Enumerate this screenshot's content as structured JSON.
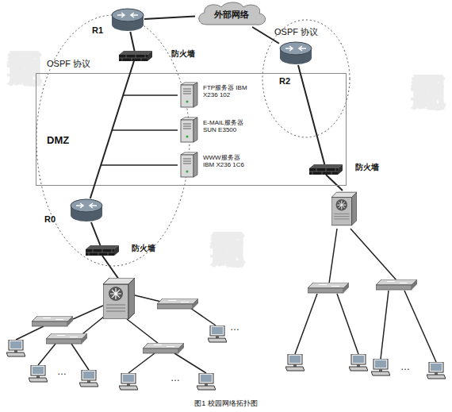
{
  "diagram": {
    "caption": "图1 校园网络拓扑图",
    "nodes": [
      {
        "text": [
          "OSPF 协议"
        ]
      },
      {
        "text": [
          "R1"
        ],
        "in": 0
      },
      {
        "text": [
          "外部网络"
        ]
      },
      {
        "text": [
          "OSPF 协议"
        ]
      },
      {
        "text": [
          "R2"
        ],
        "in": 3
      },
      {
        "text": [
          "防火墙"
        ],
        "in": 0
      },
      {
        "text": [
          "DMZ"
        ]
      },
      {
        "text": [
          "FTP服务器 IBM X236 102"
        ],
        "in": 6
      },
      {
        "text": [
          "E-MAIL服务器 SUN E3500"
        ],
        "in": 6
      },
      {
        "text": [
          "WWW服务器 IBM X236 1C6"
        ],
        "in": 6
      },
      {
        "text": [
          "防火墙"
        ]
      },
      {
        "text": [
          "R0"
        ],
        "in": 0
      },
      {
        "text": [
          "防火墙"
        ],
        "in": 0
      }
    ],
    "edges": [
      {
        "from": 1,
        "to": 2,
        "arrow": "none"
      },
      {
        "from": 2,
        "to": 4,
        "arrow": "none"
      },
      {
        "from": 1,
        "to": 5,
        "arrow": "none"
      },
      {
        "from": 5,
        "to": 11,
        "arrow": "none"
      },
      {
        "from": 11,
        "to": 12,
        "arrow": "none"
      },
      {
        "from": 4,
        "to": 10,
        "arrow": "none"
      }
    ],
    "labels": [
      "…",
      "…",
      "…",
      "…",
      "龙源期刊网",
      "龙源期刊网",
      "龙源期刊网"
    ]
  }
}
